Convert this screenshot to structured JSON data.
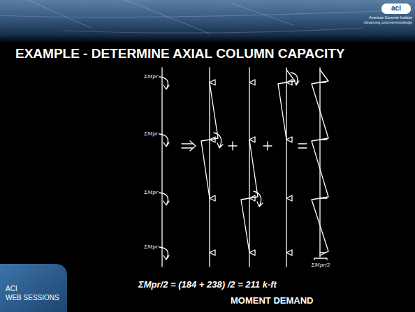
{
  "diagram": {
    "title": "EXAMPLE - DETERMINE AXIAL COLUMN CAPACITY",
    "labels": [
      "ΣMpr/2 = (184 + 238) /2 = 211 k-ft",
      "MOMENT DEMAND",
      "ACI",
      "WEB SESSIONS",
      "aci",
      "American Concrete Institute",
      "Advancing concrete knowledge",
      "ΣMpr",
      "ΣMpr",
      "ΣMpr",
      "ΣMpr",
      "ΣMpr/2"
    ]
  }
}
